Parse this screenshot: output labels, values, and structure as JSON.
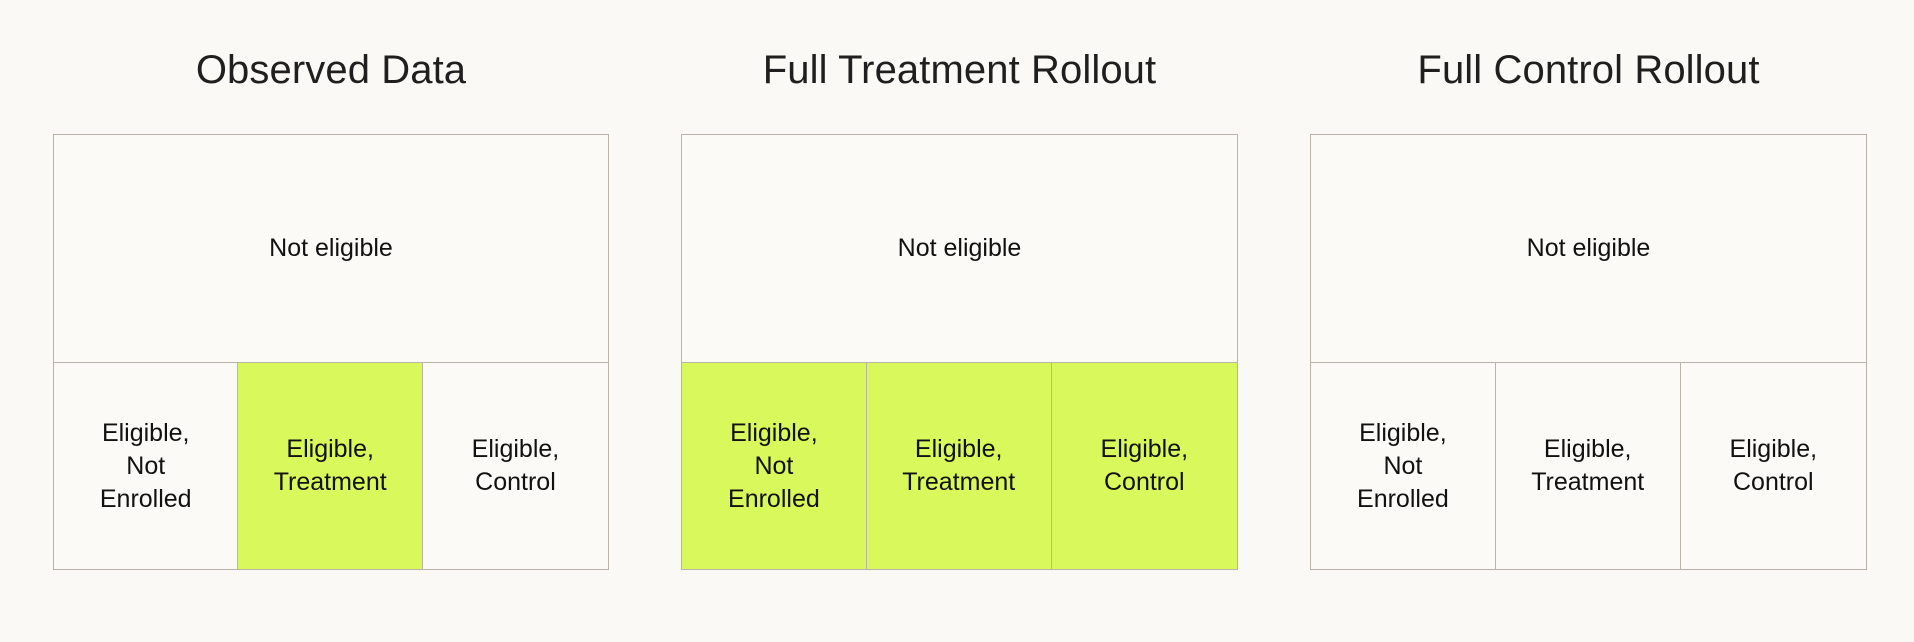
{
  "figure": {
    "background_color": "#faf9f5",
    "border_color": "#b9b3a9",
    "highlight_color": "#d9f85c",
    "cell_background_color": "#fbfaf6",
    "text_color": "#111111"
  },
  "chart_data": {
    "type": "diagram",
    "title": "",
    "subtitle": "",
    "xlabel": "",
    "ylabel": "",
    "legend": [],
    "annotations": [],
    "description": "Three side-by-side stacked-area population diagrams comparing an observed experiment against two counterfactual rollout scenarios. Each panel is a rectangle split into an upper full-width band labelled 'Not eligible' and a lower band divided into three segments: Eligible Not Enrolled, Eligible Treatment, and Eligible Control. Highlighted (yellow-green) segments mark the population receiving the intervention in that scenario.",
    "panels": [
      {
        "id": "observed",
        "title": "Observed Data",
        "top_band": {
          "label": "Not eligible",
          "highlighted": false,
          "height_fraction": 0.525
        },
        "segments": [
          {
            "label": "Eligible,\nNot\nEnrolled",
            "highlighted": false,
            "width_fraction": 0.333
          },
          {
            "label": "Eligible,\nTreatment",
            "highlighted": true,
            "width_fraction": 0.333
          },
          {
            "label": "Eligible,\nControl",
            "highlighted": false,
            "width_fraction": 0.334
          }
        ]
      },
      {
        "id": "full-treatment-rollout",
        "title": "Full Treatment Rollout",
        "top_band": {
          "label": "Not eligible",
          "highlighted": false,
          "height_fraction": 0.525
        },
        "segments": [
          {
            "label": "Eligible,\nNot\nEnrolled",
            "highlighted": true,
            "width_fraction": 0.333
          },
          {
            "label": "Eligible,\nTreatment",
            "highlighted": true,
            "width_fraction": 0.333
          },
          {
            "label": "Eligible,\nControl",
            "highlighted": true,
            "width_fraction": 0.334
          }
        ]
      },
      {
        "id": "full-control-rollout",
        "title": "Full Control Rollout",
        "top_band": {
          "label": "Not eligible",
          "highlighted": false,
          "height_fraction": 0.525
        },
        "segments": [
          {
            "label": "Eligible,\nNot\nEnrolled",
            "highlighted": false,
            "width_fraction": 0.333
          },
          {
            "label": "Eligible,\nTreatment",
            "highlighted": false,
            "width_fraction": 0.333
          },
          {
            "label": "Eligible,\nControl",
            "highlighted": false,
            "width_fraction": 0.334
          }
        ]
      }
    ]
  },
  "panels": {
    "observed": {
      "title": "Observed Data",
      "top_label": "Not eligible",
      "cells": [
        {
          "label": "Eligible,\nNot\nEnrolled"
        },
        {
          "label": "Eligible,\nTreatment"
        },
        {
          "label": "Eligible,\nControl"
        }
      ]
    },
    "treatment": {
      "title": "Full Treatment Rollout",
      "top_label": "Not eligible",
      "cells": [
        {
          "label": "Eligible,\nNot\nEnrolled"
        },
        {
          "label": "Eligible,\nTreatment"
        },
        {
          "label": "Eligible,\nControl"
        }
      ]
    },
    "control": {
      "title": "Full Control Rollout",
      "top_label": "Not eligible",
      "cells": [
        {
          "label": "Eligible,\nNot\nEnrolled"
        },
        {
          "label": "Eligible,\nTreatment"
        },
        {
          "label": "Eligible,\nControl"
        }
      ]
    }
  }
}
